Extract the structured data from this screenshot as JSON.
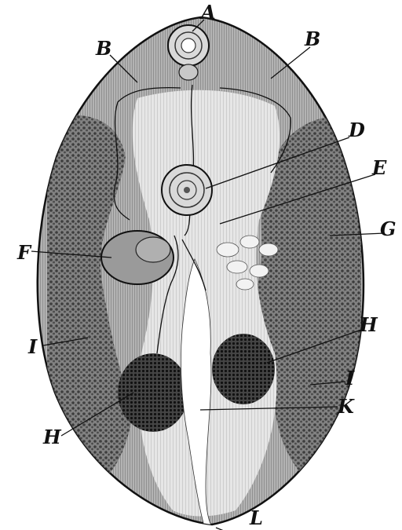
{
  "figure": {
    "labels": {
      "A": "A",
      "B": "B",
      "D": "D",
      "E": "E",
      "F": "F",
      "G": "G",
      "H": "H",
      "I": "I",
      "K": "K",
      "L": "L"
    },
    "colors": {
      "ink": "#111111",
      "body_shade": "#8c8c8c",
      "paper": "#ffffff"
    }
  }
}
